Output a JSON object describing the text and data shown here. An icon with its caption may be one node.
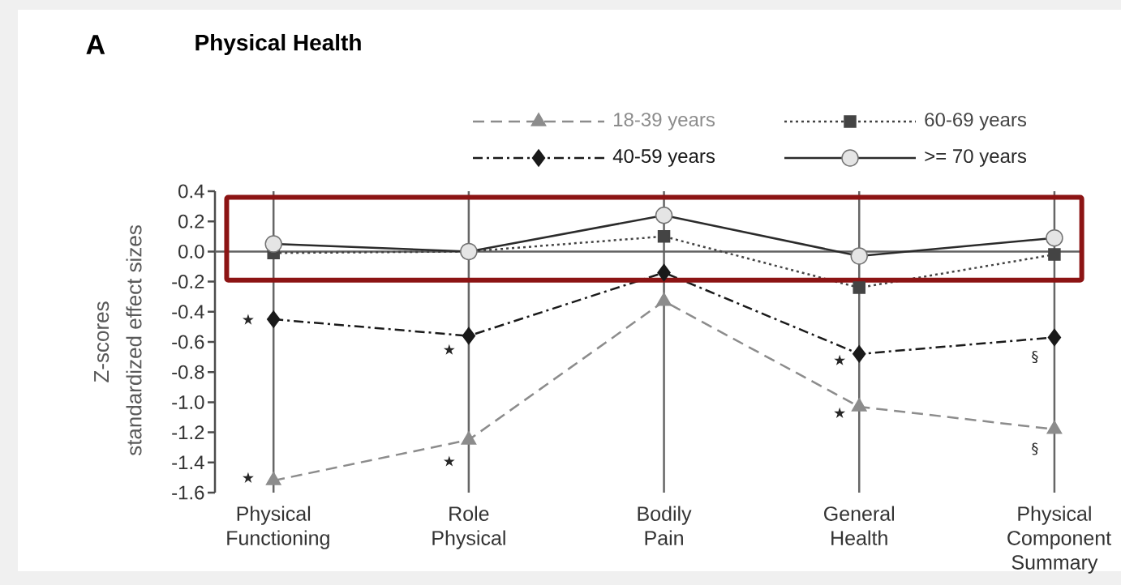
{
  "diagram": {
    "title": "Physical Health",
    "labels": [
      "A",
      "standardized effect sizes"
    ],
    "chart_data": {
      "type": "line",
      "ylabel": "Z-scores",
      "grid": true,
      "categories": [
        "Physical Functioning",
        "Role Physical",
        "Bodily Pain",
        "General Health",
        "Physical Component Summary"
      ],
      "ylim": [
        -1.6,
        0.4
      ],
      "yticks": [
        {
          "value": -1.6,
          "label": "-1.6"
        },
        {
          "value": -1.4,
          "label": "-1.4"
        },
        {
          "value": -1.2,
          "label": "-1.2"
        },
        {
          "value": -1.0,
          "label": "-1.0"
        },
        {
          "value": -0.8,
          "label": "-0.8"
        },
        {
          "value": -0.6,
          "label": "-0.6"
        },
        {
          "value": -0.4,
          "label": "-0.4"
        },
        {
          "value": -0.2,
          "label": "-0.2"
        },
        {
          "value": 0.0,
          "label": "0.0"
        },
        {
          "value": 0.2,
          "label": "0.2"
        },
        {
          "value": 0.4,
          "label": "0.4"
        }
      ],
      "legend": "top",
      "series": [
        {
          "name": "18-39 years",
          "color": "#8c8c8c",
          "line_style": "dashed",
          "marker": "triangle",
          "values": [
            -1.52,
            -1.25,
            -0.33,
            -1.03,
            -1.18
          ]
        },
        {
          "name": "40-59 years",
          "color": "#1a1a1a",
          "line_style": "dashdot",
          "marker": "diamond",
          "values": [
            -0.45,
            -0.56,
            -0.14,
            -0.68,
            -0.57
          ]
        },
        {
          "name": "60-69 years",
          "color": "#444444",
          "line_style": "dotted",
          "marker": "square",
          "values": [
            -0.01,
            0.0,
            0.1,
            -0.24,
            -0.02
          ]
        },
        {
          "name": ">= 70 years",
          "color": "#2b2b2b",
          "line_style": "solid",
          "marker": "circle",
          "values": [
            0.05,
            0.0,
            0.24,
            -0.03,
            0.09
          ]
        }
      ],
      "annotations": [
        "★",
        "★",
        "★",
        "★",
        "★",
        "★",
        "§",
        "§"
      ]
    }
  }
}
